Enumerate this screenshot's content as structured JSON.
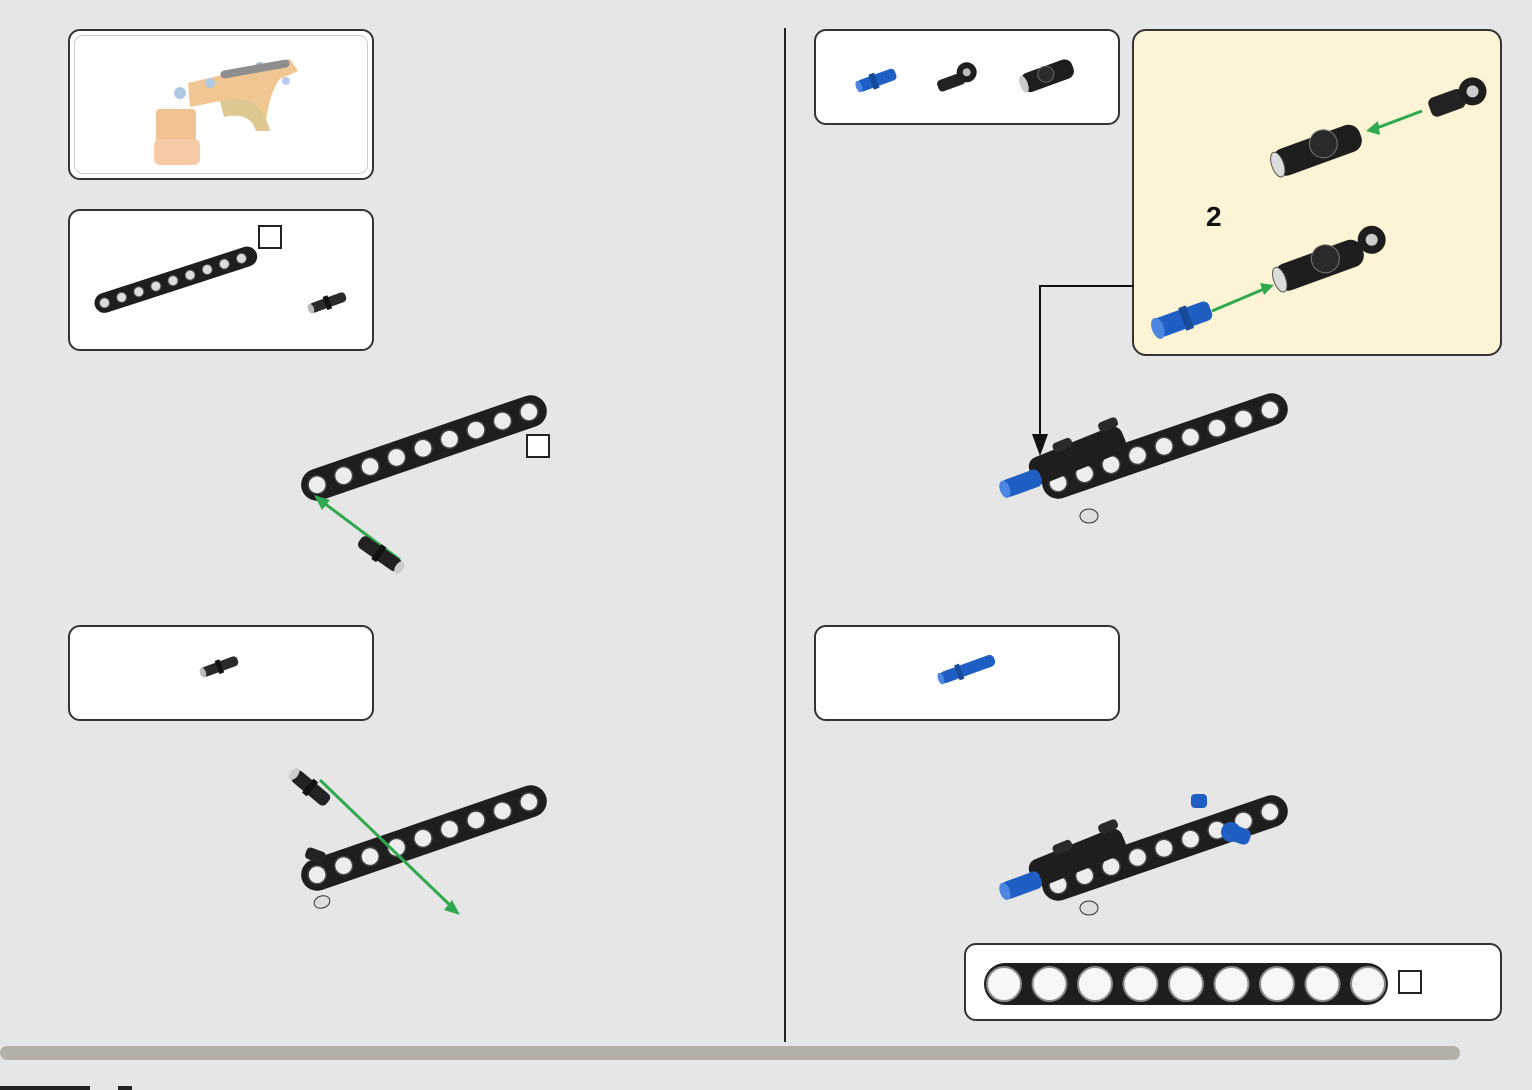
{
  "colors": {
    "background": "#e6e6e6",
    "panel": "#ffffff",
    "callout": "#fdf4d6",
    "beam": "#1e1e1e",
    "blue_part": "#1f5fc4",
    "arrow_green": "#2fa84f",
    "separator_bar": "#b4b0a8"
  },
  "left_page": {
    "overview_panel": {
      "image": "orange-assembly-preview"
    },
    "parts_panel_1": {
      "items": [
        "black-liftarm-9-hole",
        "black-friction-pin"
      ]
    },
    "assembly_1": {
      "image": "liftarm-with-pin-inserted"
    },
    "parts_panel_2": {
      "items": [
        "black-friction-pin"
      ]
    },
    "assembly_2": {
      "image": "liftarm-with-two-pins"
    }
  },
  "right_page": {
    "parts_panel_1": {
      "items": [
        "blue-axle-pin",
        "black-pin-connector",
        "black-double-connector"
      ]
    },
    "callout": {
      "substep_label": "2",
      "image": "subassembly-connector-build"
    },
    "assembly_3": {
      "image": "liftarm-with-connector-and-blue-pin"
    },
    "parts_panel_2": {
      "items": [
        "blue-long-pin"
      ]
    },
    "assembly_4": {
      "image": "finished-liftarm-subassembly"
    },
    "ruler_panel": {
      "holes": 9
    }
  }
}
